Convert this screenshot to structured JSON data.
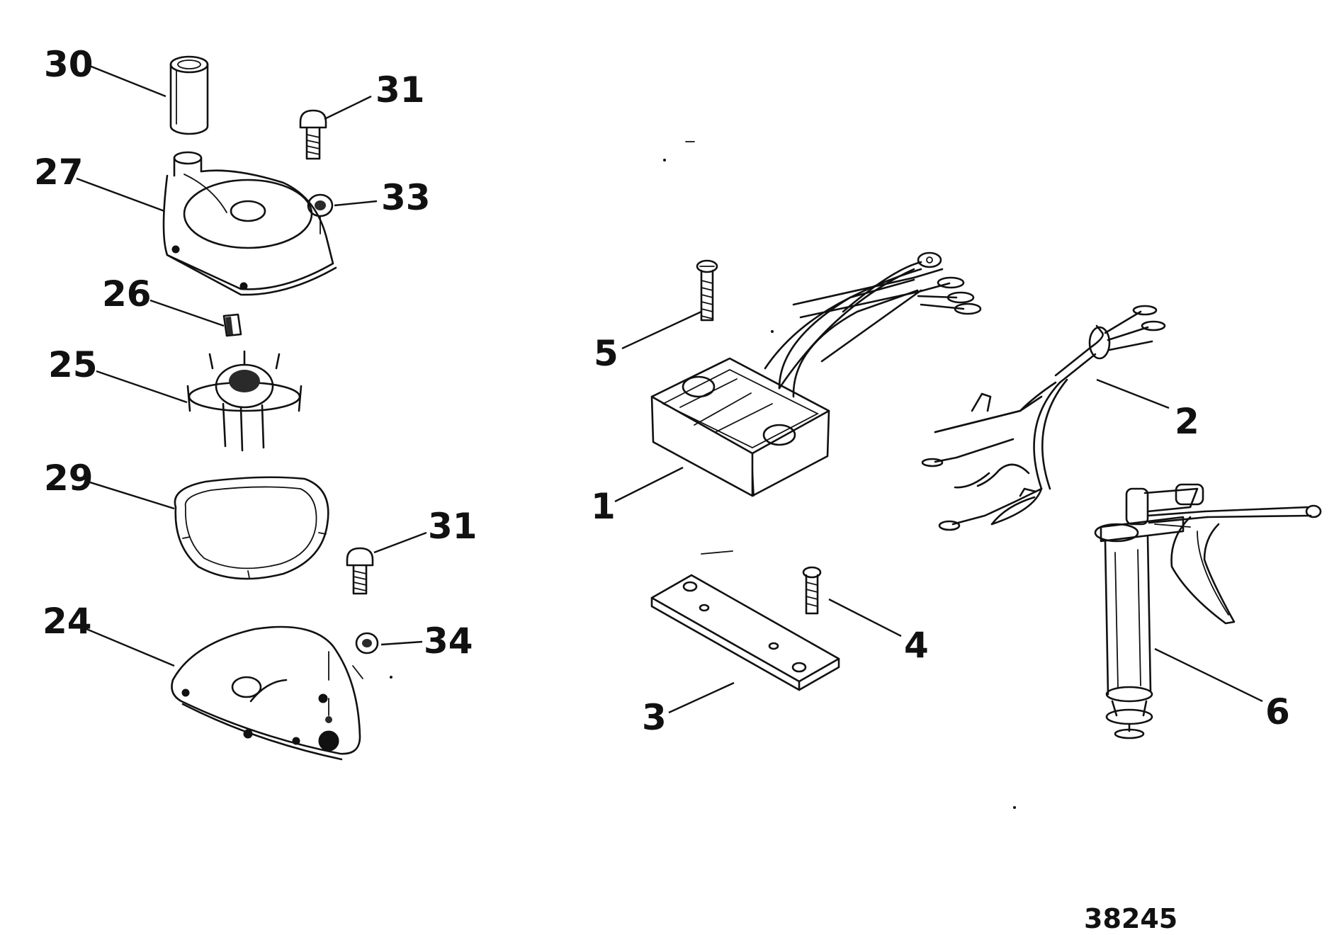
{
  "callouts": {
    "c30": "30",
    "c31a": "31",
    "c27": "27",
    "c33": "33",
    "c26": "26",
    "c25": "25",
    "c29": "29",
    "c31b": "31",
    "c24": "24",
    "c34": "34",
    "c5": "5",
    "c1": "1",
    "c2": "2",
    "c3": "3",
    "c4": "4",
    "c6": "6"
  },
  "figure_number": "38245",
  "colors": {
    "ink": "#111111",
    "paper": "#ffffff"
  }
}
